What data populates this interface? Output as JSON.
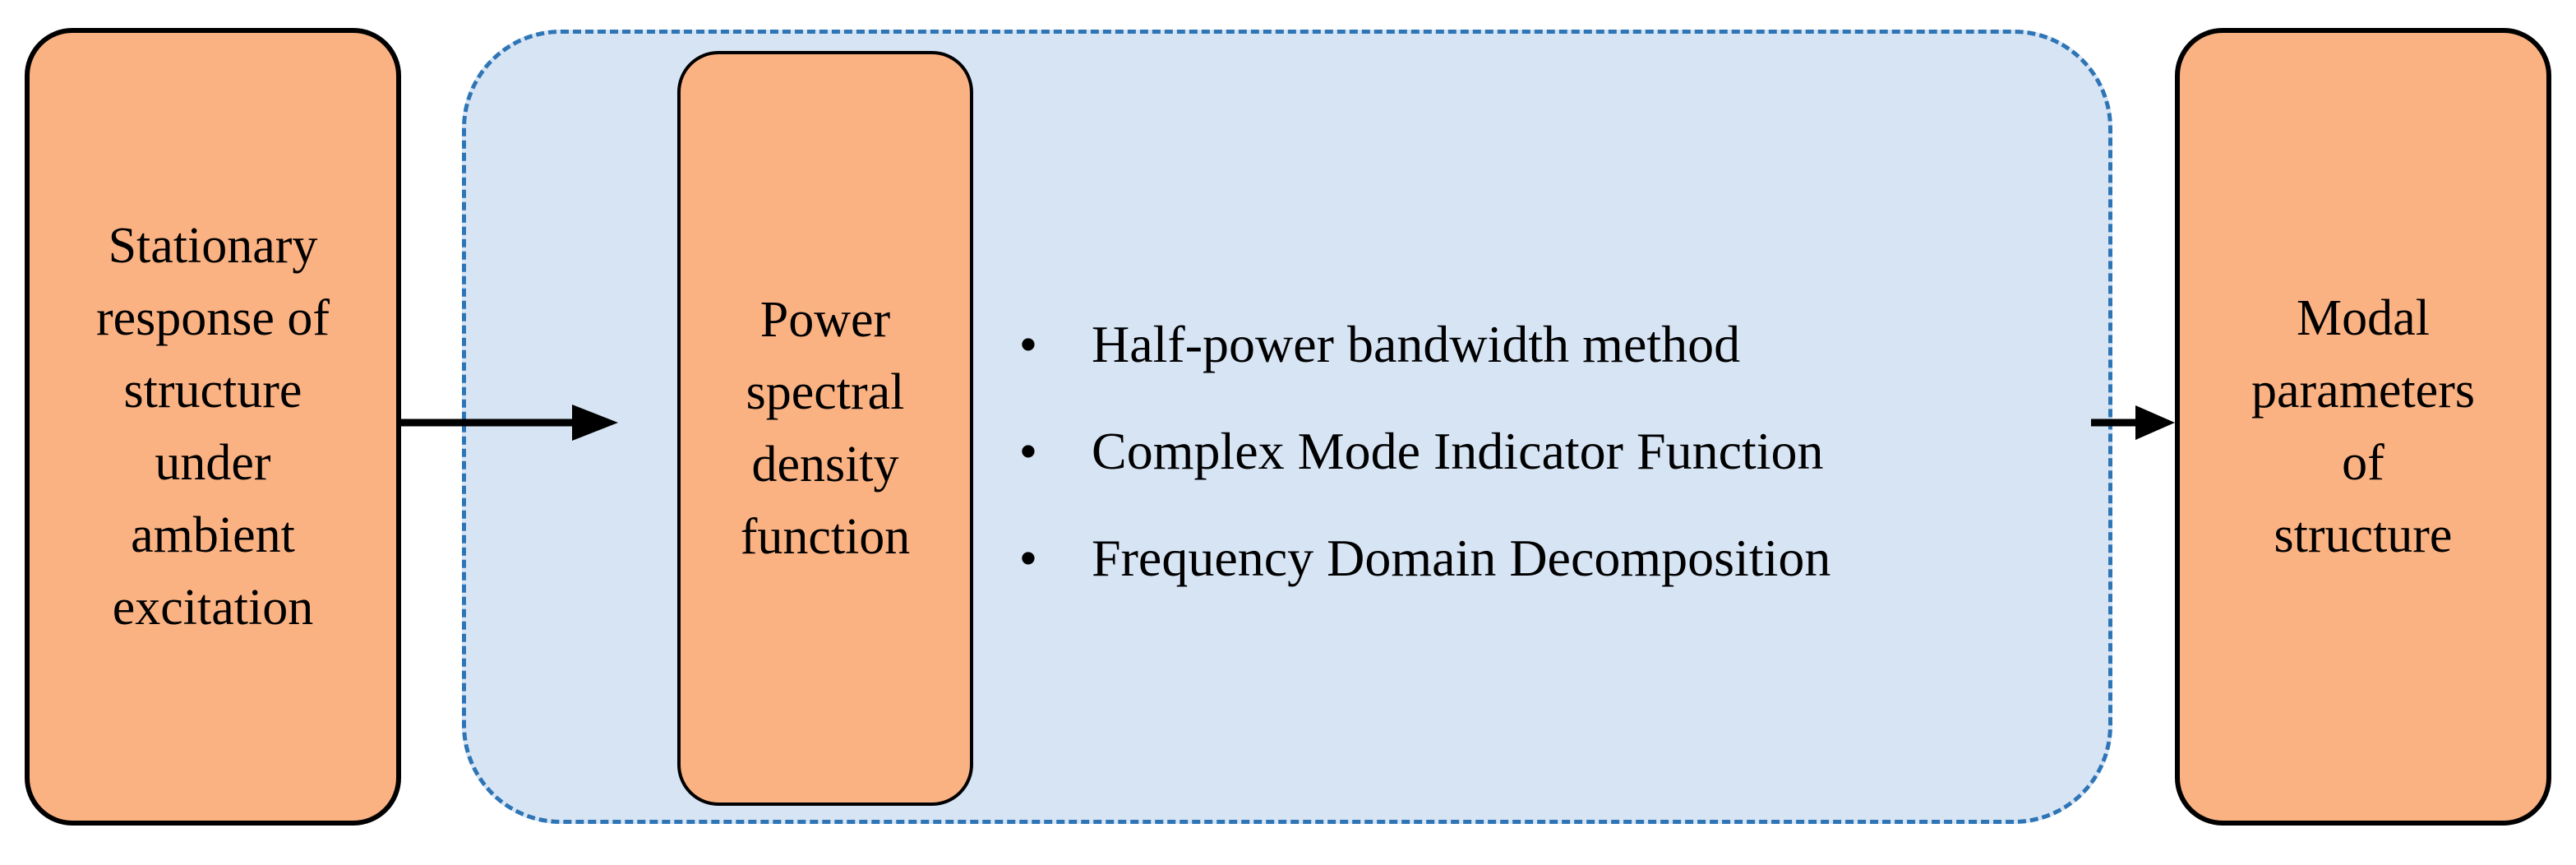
{
  "input_box": {
    "lines": [
      "Stationary",
      "response of",
      "structure",
      "under",
      "ambient",
      "excitation"
    ]
  },
  "psd_box": {
    "lines": [
      "Power",
      "spectral",
      "density",
      "function"
    ]
  },
  "methods": {
    "bullet": "•",
    "items": [
      "Half-power bandwidth method",
      "Complex Mode Indicator Function",
      "Frequency Domain Decomposition"
    ]
  },
  "output_box": {
    "lines": [
      "Modal",
      "parameters",
      "of",
      "structure"
    ]
  },
  "colors": {
    "box_fill": "#fbb283",
    "region_fill": "#d7e4f4",
    "region_border": "#2e75b6",
    "arrow": "#000000"
  }
}
